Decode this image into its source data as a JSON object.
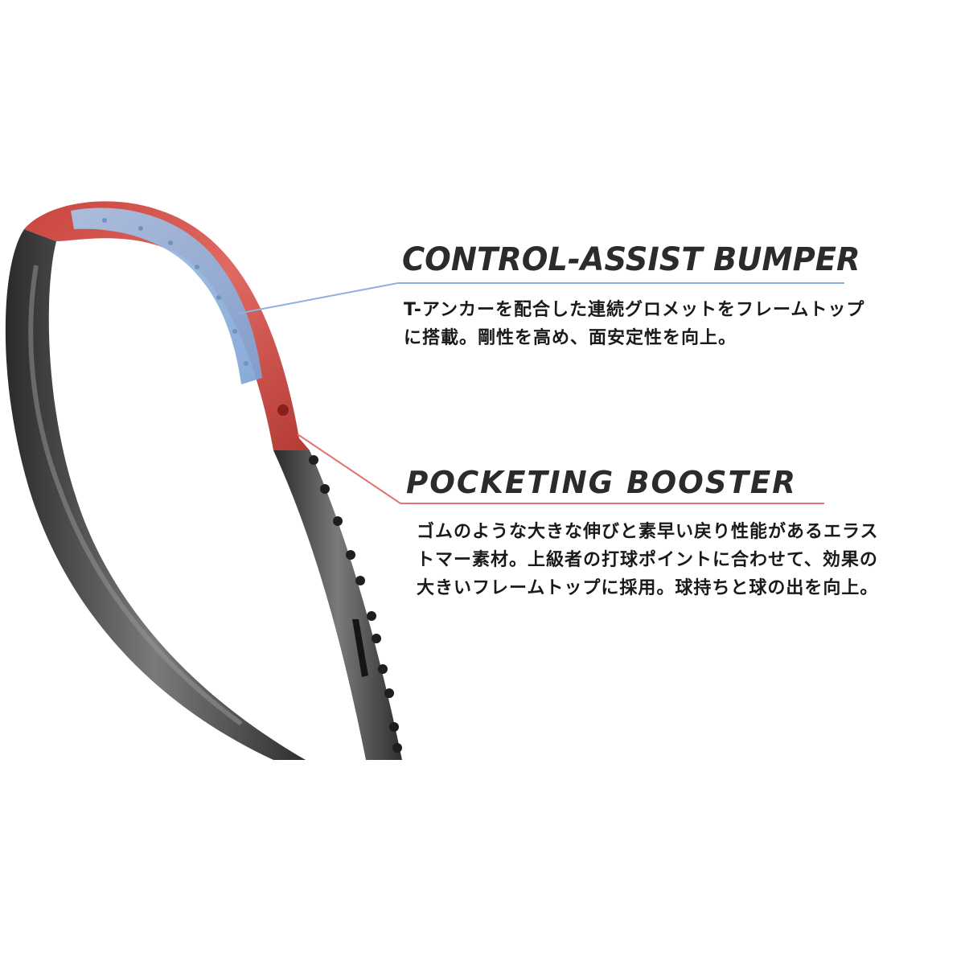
{
  "features": [
    {
      "title": "CONTROL-ASSIST BUMPER",
      "description_lines": [
        "T-アンカーを配合した連続グロメットをフレームトップ",
        "に搭載。剛性を高め、面安定性を向上。"
      ],
      "accent_color": "#8fb0e0",
      "highlight_icon": "bumper-highlight-icon"
    },
    {
      "title": "POCKETING BOOSTER",
      "description_lines": [
        "ゴムのような大きな伸びと素早い戻り性能があるエラス",
        "トマー素材。上級者の打球ポイントに合わせて、効果の",
        "大きいフレームトップに採用。球持ちと球の出を向上。"
      ],
      "accent_color": "#e57373",
      "highlight_icon": "booster-highlight-icon"
    }
  ],
  "colors": {
    "background": "#ffffff",
    "frame_dark": "#3a3a3a",
    "frame_mid": "#6e6e6e",
    "frame_red": "#d0504a",
    "bumper_blue": "#8fb4dd",
    "text": "#1a1a1a"
  },
  "art": {
    "product_icon": "badminton-racket-frame-icon"
  }
}
